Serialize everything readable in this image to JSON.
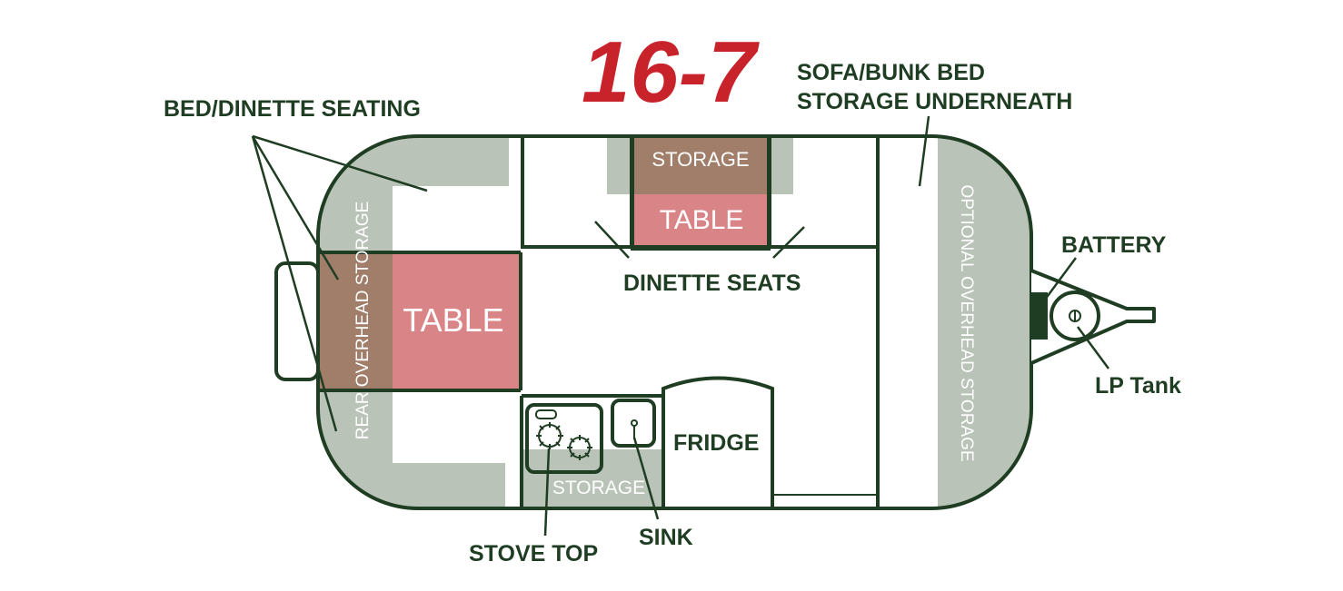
{
  "title": "16-7",
  "colors": {
    "outline": "#1f3d22",
    "sage": "#b9c3b8",
    "brown": "#a07e69",
    "table_pink": "#d98486",
    "title_red": "#c8222b"
  },
  "labels": {
    "bed_dinette_seating": "BED/DINETTE SEATING",
    "sofa_bunk_line1": "SOFA/BUNK BED",
    "sofa_bunk_line2": "STORAGE UNDERNEATH",
    "battery": "BATTERY",
    "lp_tank": "LP Tank",
    "dinette_seats": "DINETTE SEATS",
    "fridge": "FRIDGE",
    "sink": "SINK",
    "stove_top": "STOVE TOP",
    "storage_top": "STORAGE",
    "storage_bottom": "STORAGE",
    "table_top": "TABLE",
    "table_rear": "TABLE",
    "rear_overhead_storage": "REAR OVERHEAD STORAGE",
    "optional_overhead_storage": "OPTIONAL OVERHEAD STORAGE"
  }
}
